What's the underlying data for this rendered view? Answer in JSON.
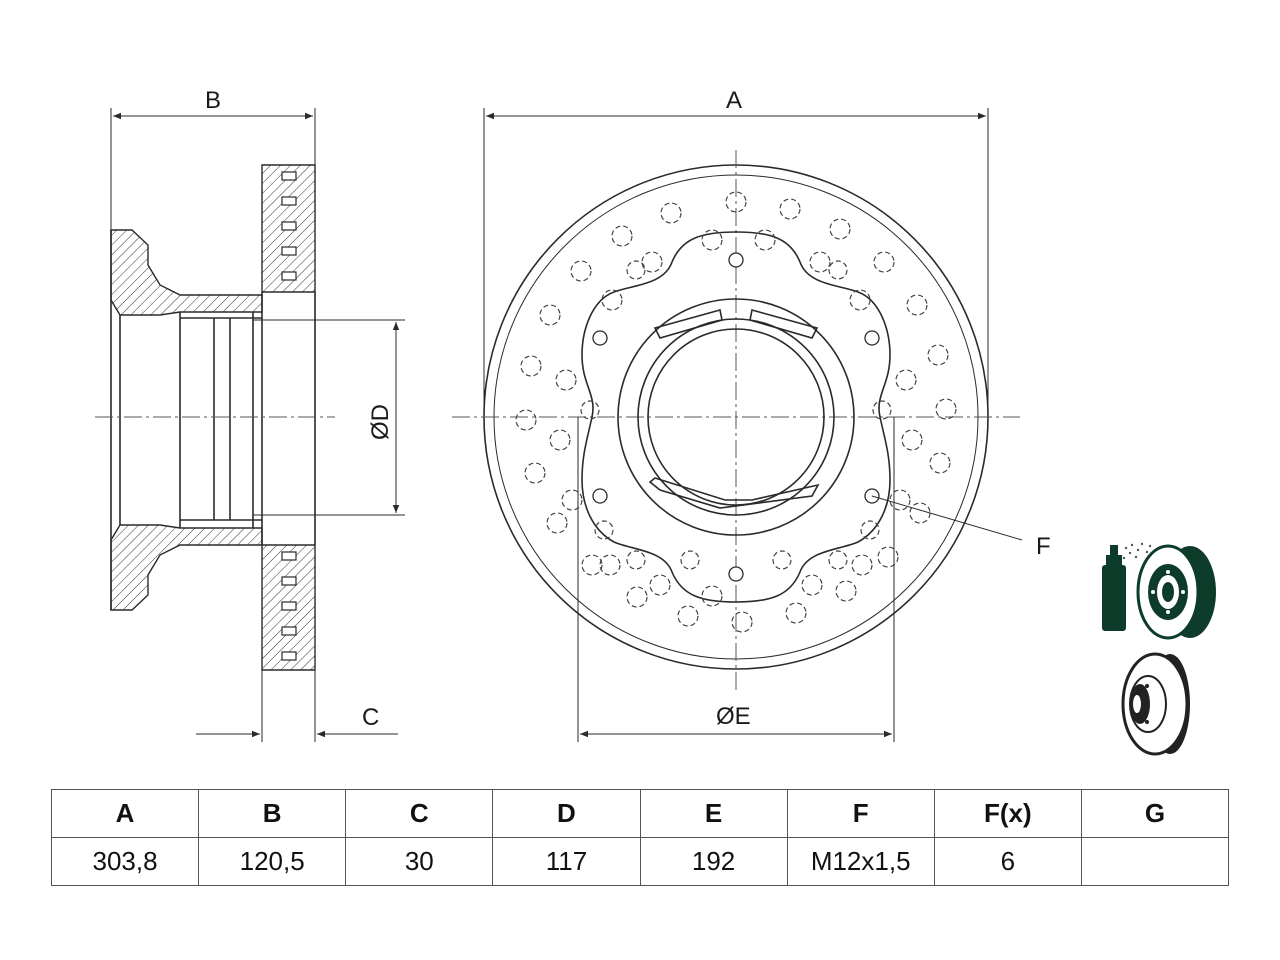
{
  "labels": {
    "A": "A",
    "B": "B",
    "C": "C",
    "D": "ØD",
    "E": "ØE",
    "F": "F"
  },
  "icons": {
    "paint": "spray-coated-disc-icon",
    "disc": "brake-disc-3d-icon"
  },
  "table": {
    "headers": [
      "A",
      "B",
      "C",
      "D",
      "E",
      "F",
      "F(x)",
      "G"
    ],
    "values": [
      "303,8",
      "120,5",
      "30",
      "117",
      "192",
      "M12x1,5",
      "6",
      ""
    ]
  }
}
